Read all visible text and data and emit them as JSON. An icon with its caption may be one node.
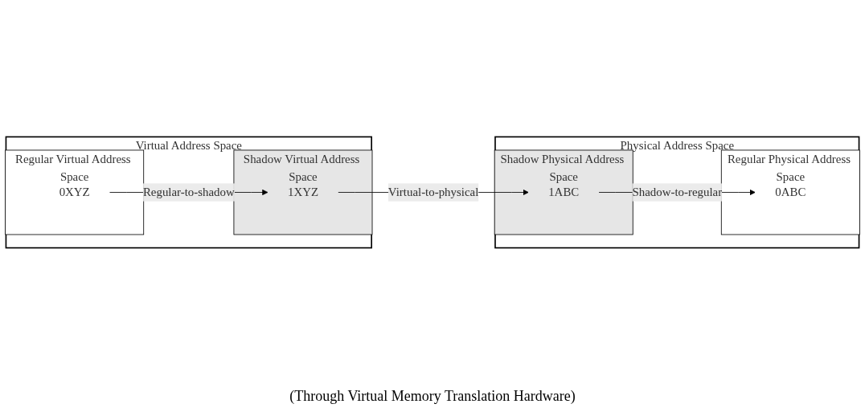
{
  "diagram": {
    "nodes": [
      {
        "text": [
          "Virtual Address Space"
        ]
      },
      {
        "text": [
          "Regular Virtual Address Space"
        ],
        "in": 0
      },
      {
        "text": [
          "Shadow Virtual Address Space"
        ],
        "in": 0
      },
      {
        "text": [
          "0XYZ"
        ],
        "in": 1
      },
      {
        "text": [
          "1XYZ"
        ],
        "in": 2
      },
      {
        "text": [
          "Physical Address Space"
        ]
      },
      {
        "text": [
          "Regular Physical Address Space"
        ],
        "in": 5
      },
      {
        "text": [
          "Shadow Physical Address Space"
        ],
        "in": 5
      },
      {
        "text": [
          "0ABC"
        ],
        "in": 6
      },
      {
        "text": [
          "1ABC"
        ],
        "in": 7
      }
    ],
    "edges": [
      {
        "from": 3,
        "to": 4,
        "arrow": "to",
        "label": "Regular-to-shadow"
      },
      {
        "from": 4,
        "to": 9,
        "arrow": "to",
        "label": "Virtual-to-physical"
      },
      {
        "from": 9,
        "to": 8,
        "arrow": "to",
        "label": "Shadow-to-regular"
      }
    ],
    "labels": [
      "(Through Virtual Memory Translation Hardware)"
    ]
  }
}
